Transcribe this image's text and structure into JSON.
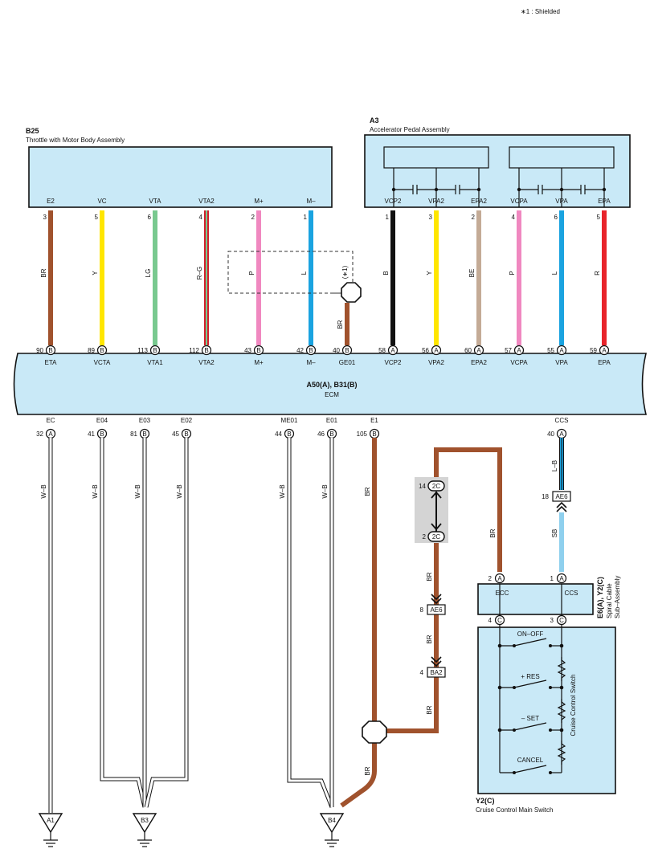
{
  "note": "∗1 : Shielded",
  "components": {
    "b25": {
      "code": "B25",
      "name": "Throttle with Motor Body Assembly",
      "pins": [
        {
          "name": "E2",
          "num": "3"
        },
        {
          "name": "VC",
          "num": "5"
        },
        {
          "name": "VTA",
          "num": "6"
        },
        {
          "name": "VTA2",
          "num": "4"
        },
        {
          "name": "M+",
          "num": "2"
        },
        {
          "name": "M–",
          "num": "1"
        }
      ]
    },
    "a3": {
      "code": "A3",
      "name": "Accelerator Pedal Assembly",
      "pins": [
        {
          "name": "VCP2",
          "num": "1"
        },
        {
          "name": "VPA2",
          "num": "3"
        },
        {
          "name": "EPA2",
          "num": "2"
        },
        {
          "name": "VCPA",
          "num": "4"
        },
        {
          "name": "VPA",
          "num": "6"
        },
        {
          "name": "EPA",
          "num": "5"
        }
      ]
    },
    "ecm": {
      "code": "A50(A), B31(B)",
      "name": "ECM",
      "top_pins": [
        {
          "num": "90",
          "conn": "B",
          "name": "ETA"
        },
        {
          "num": "89",
          "conn": "B",
          "name": "VCTA"
        },
        {
          "num": "113",
          "conn": "B",
          "name": "VTA1"
        },
        {
          "num": "112",
          "conn": "B",
          "name": "VTA2"
        },
        {
          "num": "43",
          "conn": "B",
          "name": "M+"
        },
        {
          "num": "42",
          "conn": "B",
          "name": "M–"
        },
        {
          "num": "40",
          "conn": "B",
          "name": "GE01"
        },
        {
          "num": "58",
          "conn": "A",
          "name": "VCP2"
        },
        {
          "num": "56",
          "conn": "A",
          "name": "VPA2"
        },
        {
          "num": "60",
          "conn": "A",
          "name": "EPA2"
        },
        {
          "num": "57",
          "conn": "A",
          "name": "VCPA"
        },
        {
          "num": "55",
          "conn": "A",
          "name": "VPA"
        },
        {
          "num": "59",
          "conn": "A",
          "name": "EPA"
        }
      ],
      "bottom_pins": [
        {
          "num": "32",
          "conn": "A",
          "name": "EC"
        },
        {
          "num": "41",
          "conn": "B",
          "name": "E04"
        },
        {
          "num": "81",
          "conn": "B",
          "name": "E03"
        },
        {
          "num": "45",
          "conn": "B",
          "name": "E02"
        },
        {
          "num": "44",
          "conn": "B",
          "name": "ME01"
        },
        {
          "num": "46",
          "conn": "B",
          "name": "E01"
        },
        {
          "num": "105",
          "conn": "B",
          "name": "E1"
        },
        {
          "num": "40",
          "conn": "A",
          "name": "CCS"
        }
      ]
    },
    "spiral": {
      "code": "E6(A), Y2(C)",
      "name_line1": "Spiral Cable",
      "name_line2": "Sub–Assembly",
      "pins": [
        {
          "num": "2",
          "conn": "A",
          "name": "ECC"
        },
        {
          "num": "1",
          "conn": "A",
          "name": "CCS"
        },
        {
          "num": "4",
          "conn": "C"
        },
        {
          "num": "3",
          "conn": "C"
        }
      ]
    },
    "cruise": {
      "code": "Y2(C)",
      "name": "Cruise Control Main Switch",
      "side_label": "Cruise Control Switch",
      "switches": [
        "ON–OFF",
        "+ RES",
        "– SET",
        "CANCEL"
      ]
    }
  },
  "wire_colors": {
    "top": [
      "BR",
      "Y",
      "LG",
      "R–G",
      "P",
      "L",
      "BR",
      "B",
      "Y",
      "BE",
      "P",
      "L",
      "R"
    ],
    "bottom": [
      "W–B",
      "W–B",
      "W–B",
      "W–B",
      "W–B",
      "W–B",
      "BR",
      "L–B"
    ],
    "e1_path": [
      "BR",
      "BR",
      "BR",
      "BR"
    ],
    "ccs_path": "SB",
    "spiral_to_junction": "BR"
  },
  "connectors": {
    "c2c_top": {
      "pin": "14",
      "name": "2C"
    },
    "c2c_bot": {
      "pin": "2",
      "name": "2C"
    },
    "ae6_left": {
      "pin": "8",
      "name": "AE6"
    },
    "ba2": {
      "pin": "4",
      "name": "BA2"
    },
    "ae6_right": {
      "pin": "18",
      "name": "AE6"
    },
    "shield_mark": "(∗1)"
  },
  "grounds": [
    "A1",
    "B3",
    "B4"
  ],
  "colors": {
    "BR": "#a0522d",
    "Y": "#ffe600",
    "LG": "#79c98f",
    "R": "#e8242b",
    "P": "#f088c0",
    "L": "#1aa3e0",
    "B": "#111111",
    "BE": "#c4ab96",
    "SB": "#8fd0ee",
    "box": "#c9e9f7",
    "W": "#ffffff"
  }
}
